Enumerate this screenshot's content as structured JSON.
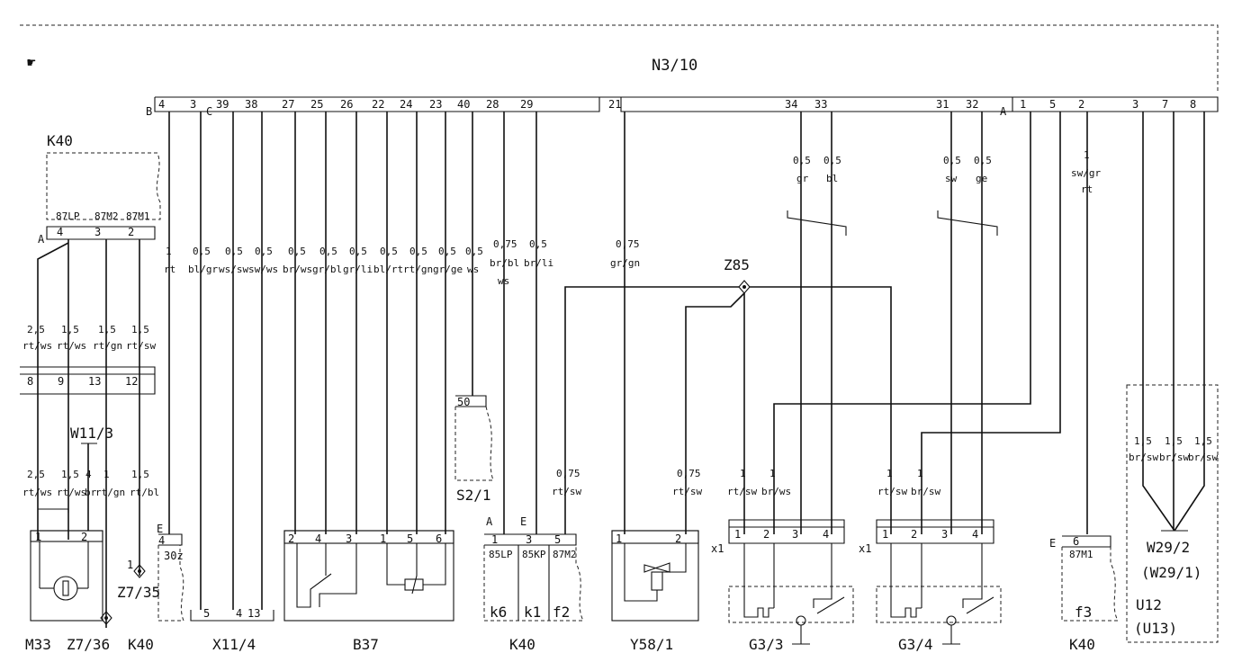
{
  "header": {
    "module": "N3/10",
    "icon": "pointing-hand-icon"
  },
  "connectors": {
    "b": "B",
    "c": "C",
    "a": "A",
    "e": "E",
    "x1": "x1"
  },
  "top_pins": [
    {
      "pin": "4"
    },
    {
      "pin": "3"
    },
    {
      "pin": "39"
    },
    {
      "pin": "38"
    },
    {
      "pin": "27"
    },
    {
      "pin": "25"
    },
    {
      "pin": "26"
    },
    {
      "pin": "22"
    },
    {
      "pin": "24"
    },
    {
      "pin": "23"
    },
    {
      "pin": "40"
    },
    {
      "pin": "28"
    },
    {
      "pin": "29"
    },
    {
      "pin": "21"
    },
    {
      "pin": "34"
    },
    {
      "pin": "33"
    },
    {
      "pin": "31"
    },
    {
      "pin": "32"
    },
    {
      "pin": "1"
    },
    {
      "pin": "5"
    },
    {
      "pin": "2"
    },
    {
      "pin": "3"
    },
    {
      "pin": "7"
    },
    {
      "pin": "8"
    }
  ],
  "main_wires": [
    {
      "size": "1",
      "color": "rt"
    },
    {
      "size": "0,5",
      "color": "bl/gr"
    },
    {
      "size": "0,5",
      "color": "ws/sw"
    },
    {
      "size": "0,5",
      "color": "sw/ws"
    },
    {
      "size": "0,5",
      "color": "br/ws"
    },
    {
      "size": "0,5",
      "color": "gr/bl"
    },
    {
      "size": "0,5",
      "color": "gr/li"
    },
    {
      "size": "0,5",
      "color": "bl/rt"
    },
    {
      "size": "0,5",
      "color": "rt/gn"
    },
    {
      "size": "0,5",
      "color": "gr/ge"
    },
    {
      "size": "0,5",
      "color": "ws"
    },
    {
      "size": "0,75",
      "color": "br/bl",
      "extra": "ws"
    },
    {
      "size": "0,5",
      "color": "br/li"
    },
    {
      "size": "0,75",
      "color": "gr/gn"
    }
  ],
  "upper_wires": [
    {
      "size": "0,5",
      "color": "gr"
    },
    {
      "size": "0,5",
      "color": "bl"
    },
    {
      "size": "0,5",
      "color": "sw"
    },
    {
      "size": "0,5",
      "color": "ge"
    },
    {
      "size": "1",
      "color": "sw/gr",
      "extra": "rt"
    }
  ],
  "k40_top": {
    "label": "K40",
    "pins": [
      {
        "name": "87LP",
        "pin": "4"
      },
      {
        "name": "87M2",
        "pin": "3"
      },
      {
        "name": "87M1",
        "pin": "2"
      }
    ]
  },
  "left_wires_1": [
    {
      "size": "2,5",
      "color": "rt/ws"
    },
    {
      "size": "1,5",
      "color": "rt/ws"
    },
    {
      "size": "1,5",
      "color": "rt/gn"
    },
    {
      "size": "1,5",
      "color": "rt/sw"
    }
  ],
  "left_pins": [
    {
      "pin": "8"
    },
    {
      "pin": "9"
    },
    {
      "pin": "13"
    },
    {
      "pin": "12"
    }
  ],
  "splice_w11": "W11/3",
  "left_wires_2": [
    {
      "size": "2,5",
      "color": "rt/ws"
    },
    {
      "size": "1,5",
      "color": "rt/ws"
    },
    {
      "size": "4",
      "color": "br"
    },
    {
      "size": "1",
      "color": "rt/gn"
    },
    {
      "size": "1,5",
      "color": "rt/bl"
    }
  ],
  "s2_1": {
    "label": "S2/1",
    "pin": "50"
  },
  "z85": "Z85",
  "mid_wires": [
    {
      "size": "0,75",
      "color": "rt/sw"
    },
    {
      "size": "0,75",
      "color": "rt/sw"
    },
    {
      "size": "1",
      "color": "rt/sw"
    },
    {
      "size": "1",
      "color": "br/ws"
    },
    {
      "size": "1",
      "color": "rt/sw"
    },
    {
      "size": "1",
      "color": "br/sw"
    }
  ],
  "w29_wires": [
    {
      "size": "1,5",
      "color": "br/sw"
    },
    {
      "size": "1,5",
      "color": "br/sw"
    },
    {
      "size": "1,5",
      "color": "br/sw"
    }
  ],
  "bottom": {
    "m33_pins": [
      "1",
      "2"
    ],
    "z7_35_pin": "1",
    "k40_e_pins": [
      "4",
      "30z"
    ],
    "x11_pins": [
      "5",
      "4",
      "13"
    ],
    "b37_pins": [
      "2",
      "4",
      "3",
      "1",
      "5",
      "6"
    ],
    "k40_mid_pins": [
      {
        "pin": "1",
        "name": "85LP"
      },
      {
        "pin": "3",
        "name": "85KP"
      },
      {
        "pin": "5",
        "name": "87M2"
      }
    ],
    "k40_mid_sub": [
      "k6",
      "k1",
      "f2"
    ],
    "y58_pins": [
      "1",
      "2"
    ],
    "g3_3_pins": [
      "1",
      "2",
      "3",
      "4"
    ],
    "g3_4_pins": [
      "1",
      "2",
      "3",
      "4"
    ],
    "k40_right_pin": {
      "pin": "6",
      "name": "87M1"
    },
    "k40_right_sub": "f3",
    "w29_lines": [
      "W29/2",
      "(W29/1)",
      "U12",
      "(U13)"
    ]
  },
  "labels": {
    "m33": "M33",
    "z7_36": "Z7/36",
    "k40a": "K40",
    "z7_35": "Z7/35",
    "x11_4": "X11/4",
    "b37": "B37",
    "k40b": "K40",
    "y58_1": "Y58/1",
    "g3_3": "G3/3",
    "g3_4": "G3/4",
    "k40c": "K40"
  }
}
